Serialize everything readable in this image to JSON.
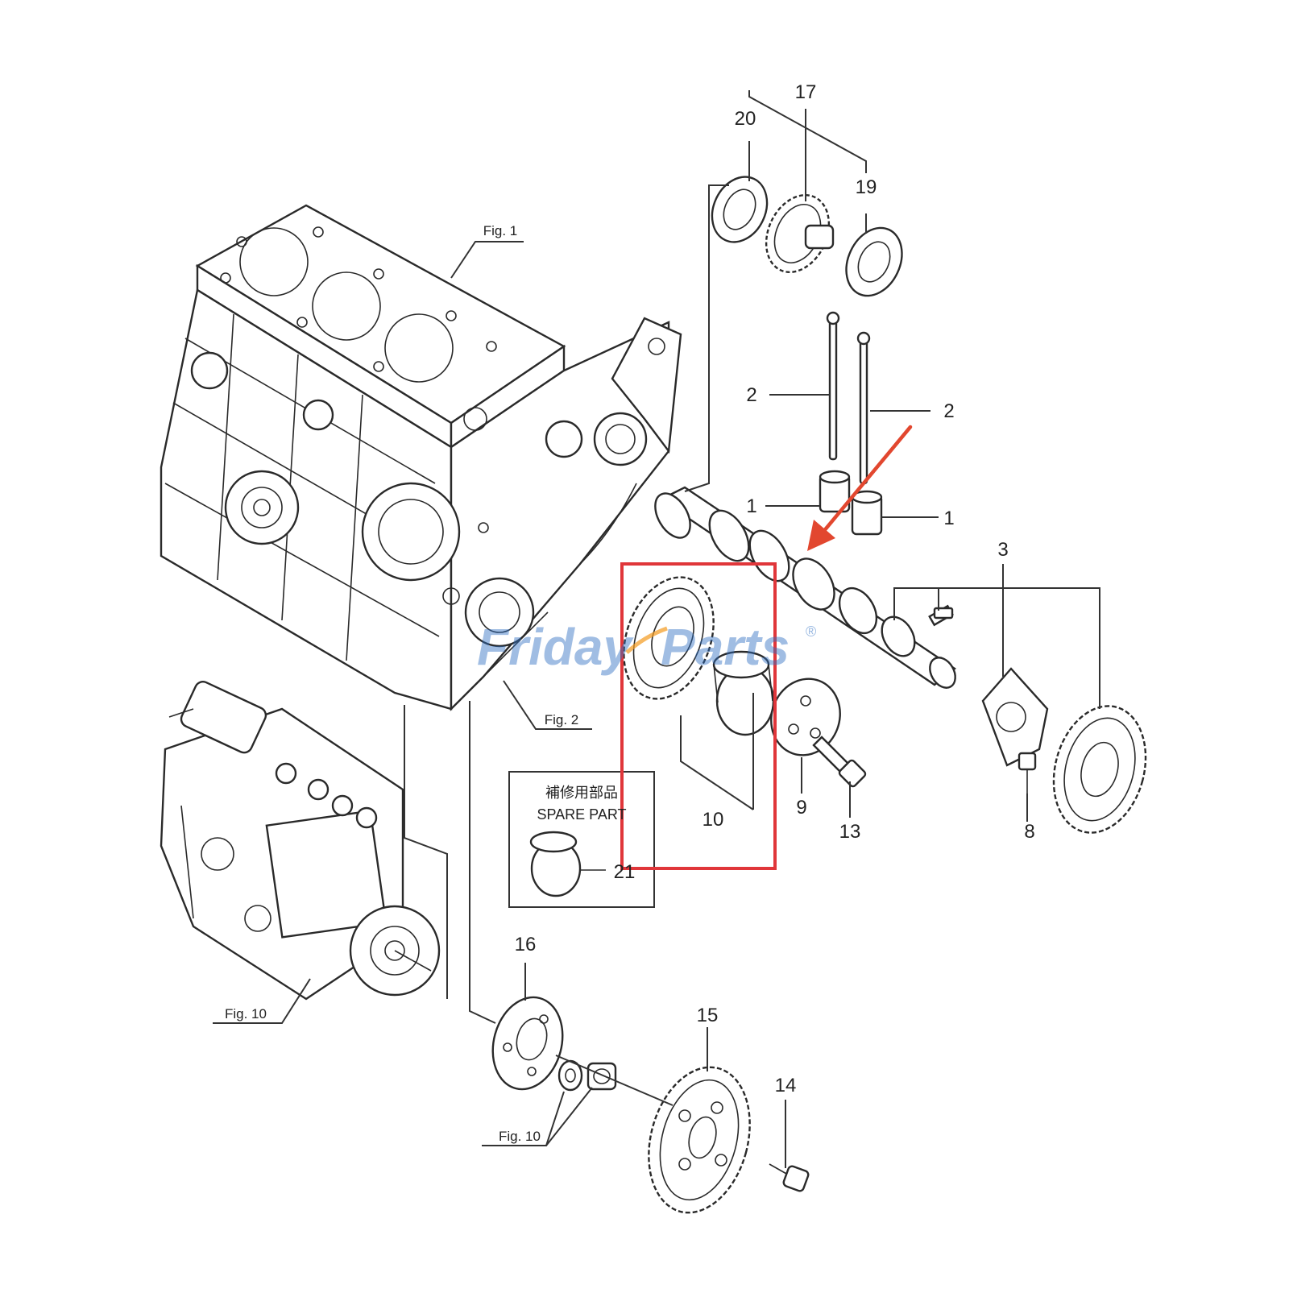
{
  "callouts": {
    "c1a": "1",
    "c1b": "1",
    "c2a": "2",
    "c2b": "2",
    "c3": "3",
    "c8": "8",
    "c9": "9",
    "c10": "10",
    "c13": "13",
    "c14": "14",
    "c15": "15",
    "c16": "16",
    "c17": "17",
    "c19": "19",
    "c20": "20",
    "c21": "21"
  },
  "figure_refs": {
    "fig1": "Fig. 1",
    "fig2": "Fig. 2",
    "fig10_pump": "Fig. 10",
    "fig10_bottom": "Fig. 10"
  },
  "spare_parts_box": {
    "title_jp": "補修用部品",
    "title_en": "SPARE PART"
  },
  "watermark": {
    "brand_left": "Friday",
    "brand_right": "Parts",
    "mark": "®"
  },
  "colors": {
    "highlight_box": "#e0363a",
    "arrow": "#e2472f",
    "watermark": "#2f6fc2",
    "watermark_accent": "#f39a1e"
  },
  "icons": {
    "arrow": "arrow-pointing-down-left-icon",
    "highlight": "rectangle-highlight-icon"
  }
}
